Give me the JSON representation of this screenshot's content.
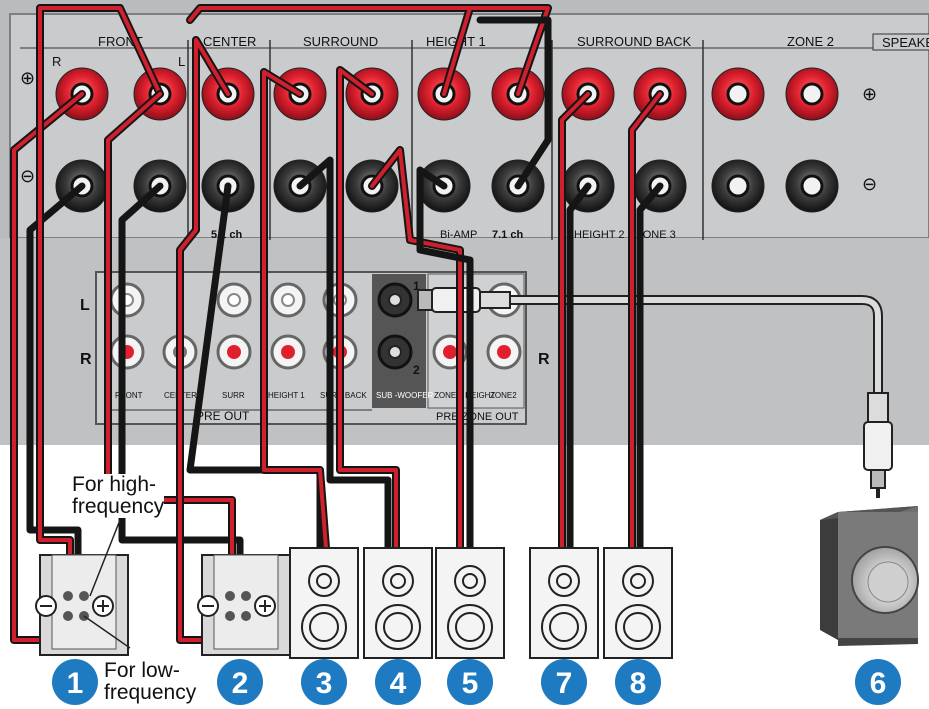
{
  "panel": {
    "speaker_groups": [
      {
        "name": "FRONT"
      },
      {
        "name": "CENTER"
      },
      {
        "name": "SURROUND"
      },
      {
        "name": "HEIGHT 1"
      },
      {
        "name": "SURROUND BACK"
      },
      {
        "name": "ZONE 2"
      }
    ],
    "speakers_header": "SPEAKERS",
    "channel_letters": {
      "r": "R",
      "l": "L"
    },
    "polarity": {
      "plus": "⊕",
      "minus": "⊖"
    },
    "sub_labels": {
      "ch51": "5.1 ch",
      "biamp": "Bi-AMP",
      "ch71": "7.1 ch",
      "height2": "HEIGHT 2",
      "zone3": "ZONE 3"
    }
  },
  "rca": {
    "row_l": "L",
    "row_r": "R",
    "sub_numbers": [
      "1",
      "2"
    ],
    "columns": [
      "FRONT",
      "CENTER",
      "SURR",
      "HEIGHT 1",
      "SURR BACK",
      "SUB -WOOFER",
      "ZONE3/ HEIGHT",
      "ZONE2"
    ],
    "preout_label": "PRE OUT",
    "zone_preout_label": "PRE/ZONE OUT"
  },
  "annotations": {
    "high_freq": "For high-\nfrequency",
    "low_freq": "For low-\nfrequency"
  },
  "speakers": [
    {
      "number": "1",
      "type": "bi-amp"
    },
    {
      "number": "2",
      "type": "bi-amp"
    },
    {
      "number": "3",
      "type": "bookshelf"
    },
    {
      "number": "4",
      "type": "bookshelf"
    },
    {
      "number": "5",
      "type": "bookshelf"
    },
    {
      "number": "7",
      "type": "bookshelf"
    },
    {
      "number": "8",
      "type": "bookshelf"
    },
    {
      "number": "6",
      "type": "subwoofer"
    }
  ],
  "colors": {
    "panel_bg": "#c4c6c8",
    "panel_dark": "#9ea1a4",
    "wire_red": "#d0202e",
    "wire_black": "#151515",
    "badge_blue": "#1f7bc1",
    "terminal_red": "#e0202f",
    "terminal_black": "#3a3a3a"
  }
}
